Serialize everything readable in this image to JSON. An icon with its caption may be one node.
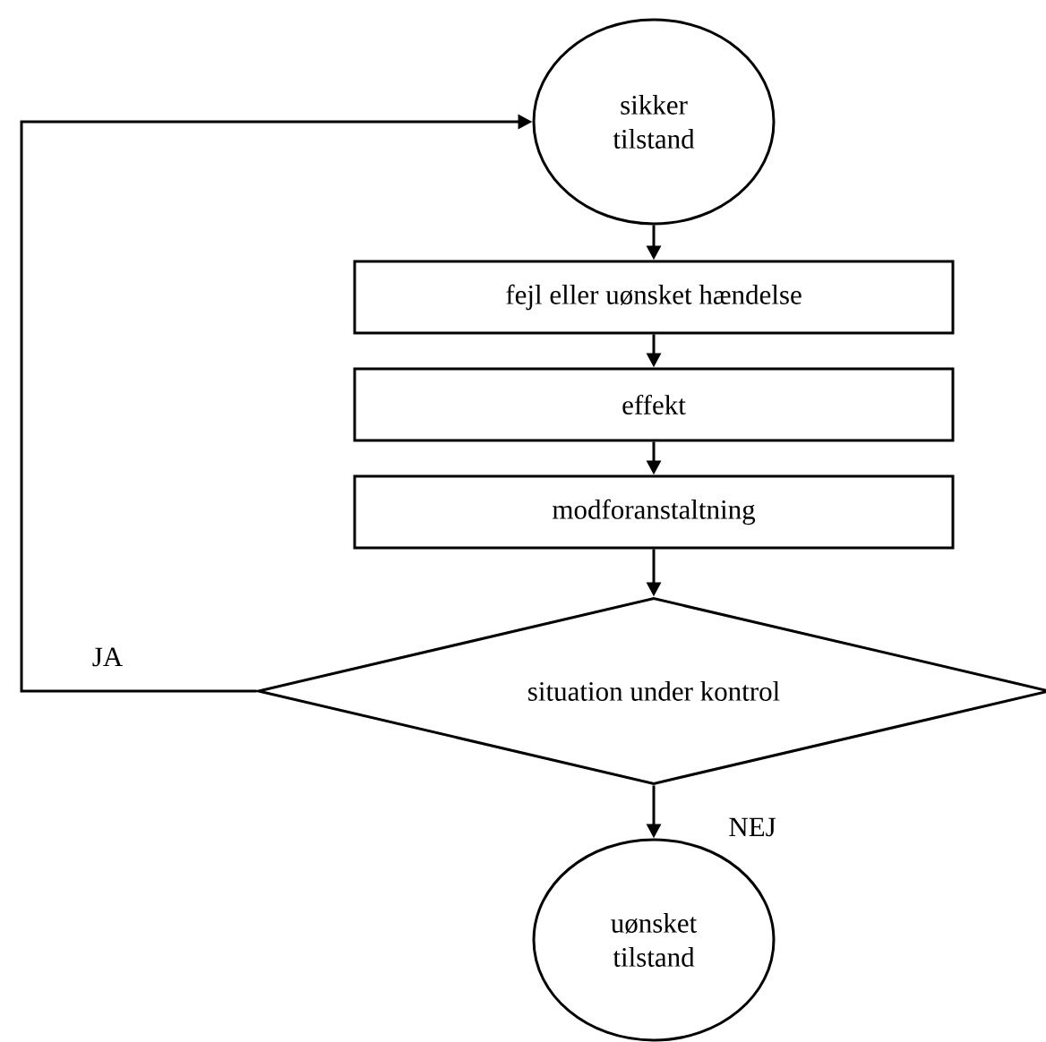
{
  "diagram": {
    "nodes": [
      {
        "text": [
          "sikker tilstand"
        ]
      },
      {
        "text": [
          "fejl eller uønsket hændelse"
        ]
      },
      {
        "text": [
          "effekt"
        ]
      },
      {
        "text": [
          "modforanstaltning"
        ]
      },
      {
        "text": [
          "situation under kontrol"
        ]
      },
      {
        "text": [
          "uønsket tilstand"
        ]
      }
    ],
    "edges": [
      {
        "from": 0,
        "to": 1,
        "arrow": "to"
      },
      {
        "from": 1,
        "to": 2,
        "arrow": "to"
      },
      {
        "from": 2,
        "to": 3,
        "arrow": "to"
      },
      {
        "from": 3,
        "to": 4,
        "arrow": "to"
      },
      {
        "from": 4,
        "to": 0,
        "arrow": "to",
        "label": "JA"
      },
      {
        "from": 4,
        "to": 5,
        "arrow": "to",
        "label": "NEJ"
      }
    ]
  }
}
